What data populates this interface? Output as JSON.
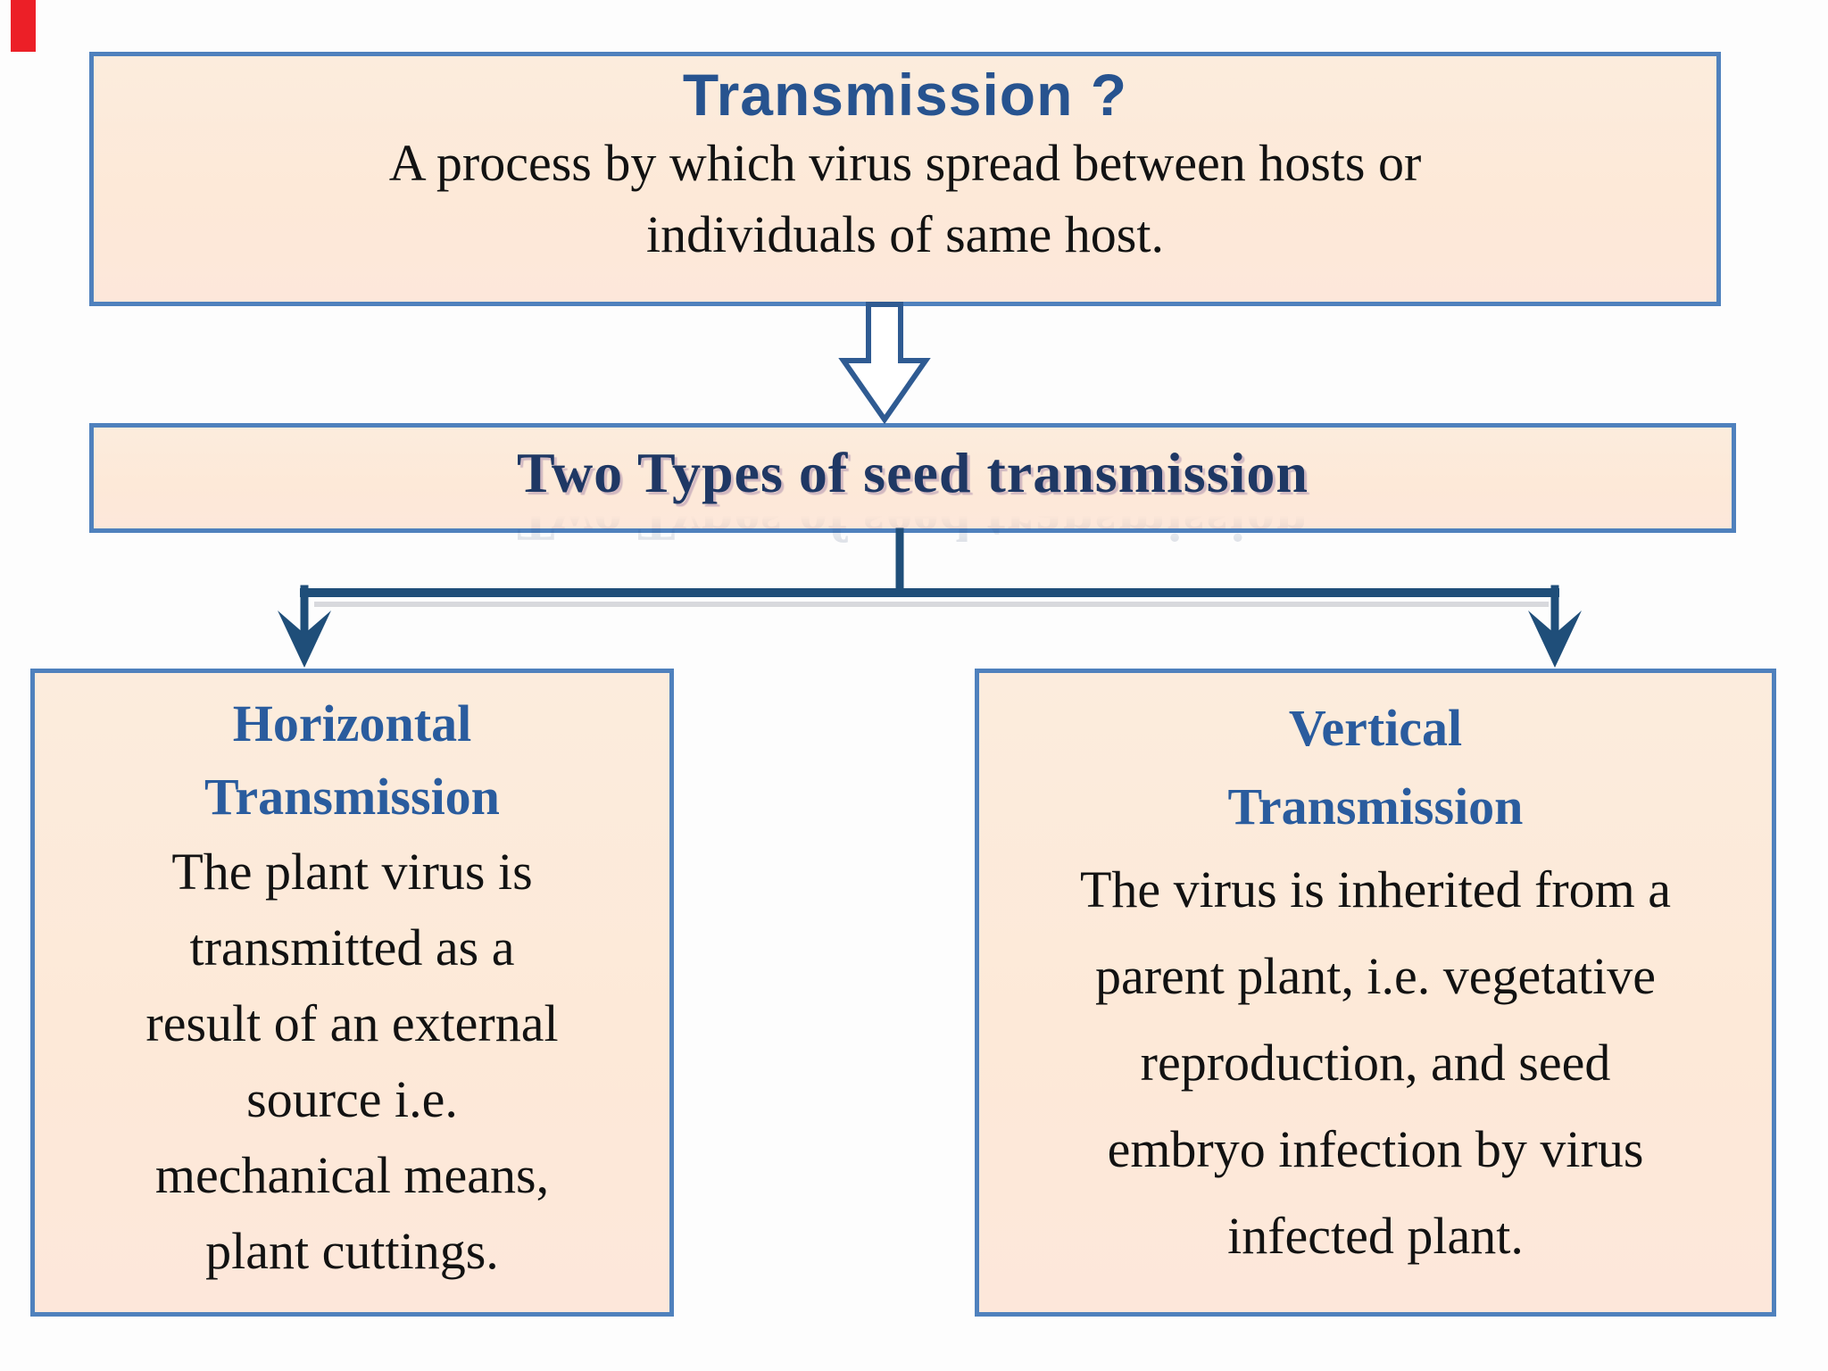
{
  "slide": {
    "background_color": "#fdfdfd",
    "box_fill_color": "#fde9d9",
    "box_border_color": "#4f81bd",
    "connector_color": "#1f4e79",
    "heading_blue": "#27538f",
    "banner_navy": "#1f3864",
    "subheading_blue": "#2a5c9e",
    "red_marker_color": "#ec1f27"
  },
  "top_box": {
    "title": "Transmission ?",
    "body_lines": [
      "A process by which virus spread between hosts or",
      "individuals of same host."
    ]
  },
  "banner_box": {
    "title": "Two Types of seed transmission"
  },
  "left_box": {
    "title_lines": [
      "Horizontal",
      "Transmission"
    ],
    "body_lines": [
      "The plant virus is",
      "transmitted as a",
      "result of an external",
      "source i.e.",
      "mechanical means,",
      "plant cuttings."
    ]
  },
  "right_box": {
    "title_lines": [
      "Vertical",
      "Transmission"
    ],
    "body_lines": [
      "The virus is inherited from a",
      "parent plant, i.e. vegetative",
      "reproduction, and seed",
      "embryo infection by virus",
      "infected plant."
    ]
  },
  "icons": {
    "down_arrow": "hollow-down-arrow",
    "branch_connector": "two-way-branch-arrows"
  }
}
